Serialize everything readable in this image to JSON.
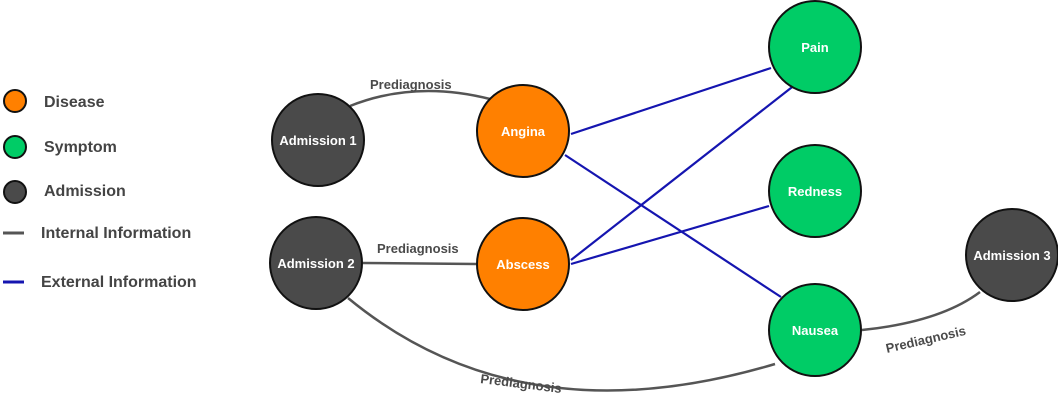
{
  "colors": {
    "disease": "#ff8000",
    "symptom": "#00cc66",
    "admission": "#4a4a4a",
    "internal": "#555555",
    "external": "#1515b0",
    "outline": "#111111"
  },
  "legend": {
    "disease": "Disease",
    "symptom": "Symptom",
    "admission": "Admission",
    "internal": "Internal Information",
    "external": "External Information"
  },
  "nodes": {
    "admission1": "Admission 1",
    "admission2": "Admission 2",
    "admission3": "Admission 3",
    "angina": "Angina",
    "abscess": "Abscess",
    "pain": "Pain",
    "redness": "Redness",
    "nausea": "Nausea"
  },
  "edge_labels": {
    "adm1_angina": "Prediagnosis",
    "adm2_abscess": "Prediagnosis",
    "adm2_nausea": "Prediagnosis",
    "adm3_nausea": "Prediagnosis"
  }
}
